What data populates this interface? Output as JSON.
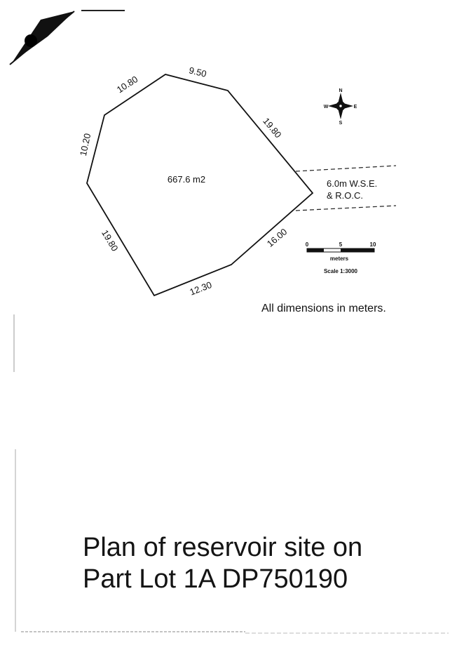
{
  "lot": {
    "area": "667.6 m2",
    "dimensions": {
      "nw": "10.80",
      "n": "9.50",
      "ne": "19.80",
      "w": "10.20",
      "sw": "19.80",
      "s": "12.30",
      "se": "16.00"
    }
  },
  "easement": {
    "line1": "6.0m  W.S.E.",
    "line2": "& R.O.C."
  },
  "compass": {
    "north": "N",
    "south": "S",
    "east": "E",
    "west": "W",
    "icon": "compass-rose-icon"
  },
  "scale_bar": {
    "tick_0": "0",
    "tick_5": "5",
    "tick_10": "10",
    "unit": "meters",
    "ratio": "Scale 1:3000"
  },
  "note": "All dimensions in meters.",
  "title": {
    "line1": "Plan of reservoir site on",
    "line2": "Part Lot 1A DP750190"
  }
}
